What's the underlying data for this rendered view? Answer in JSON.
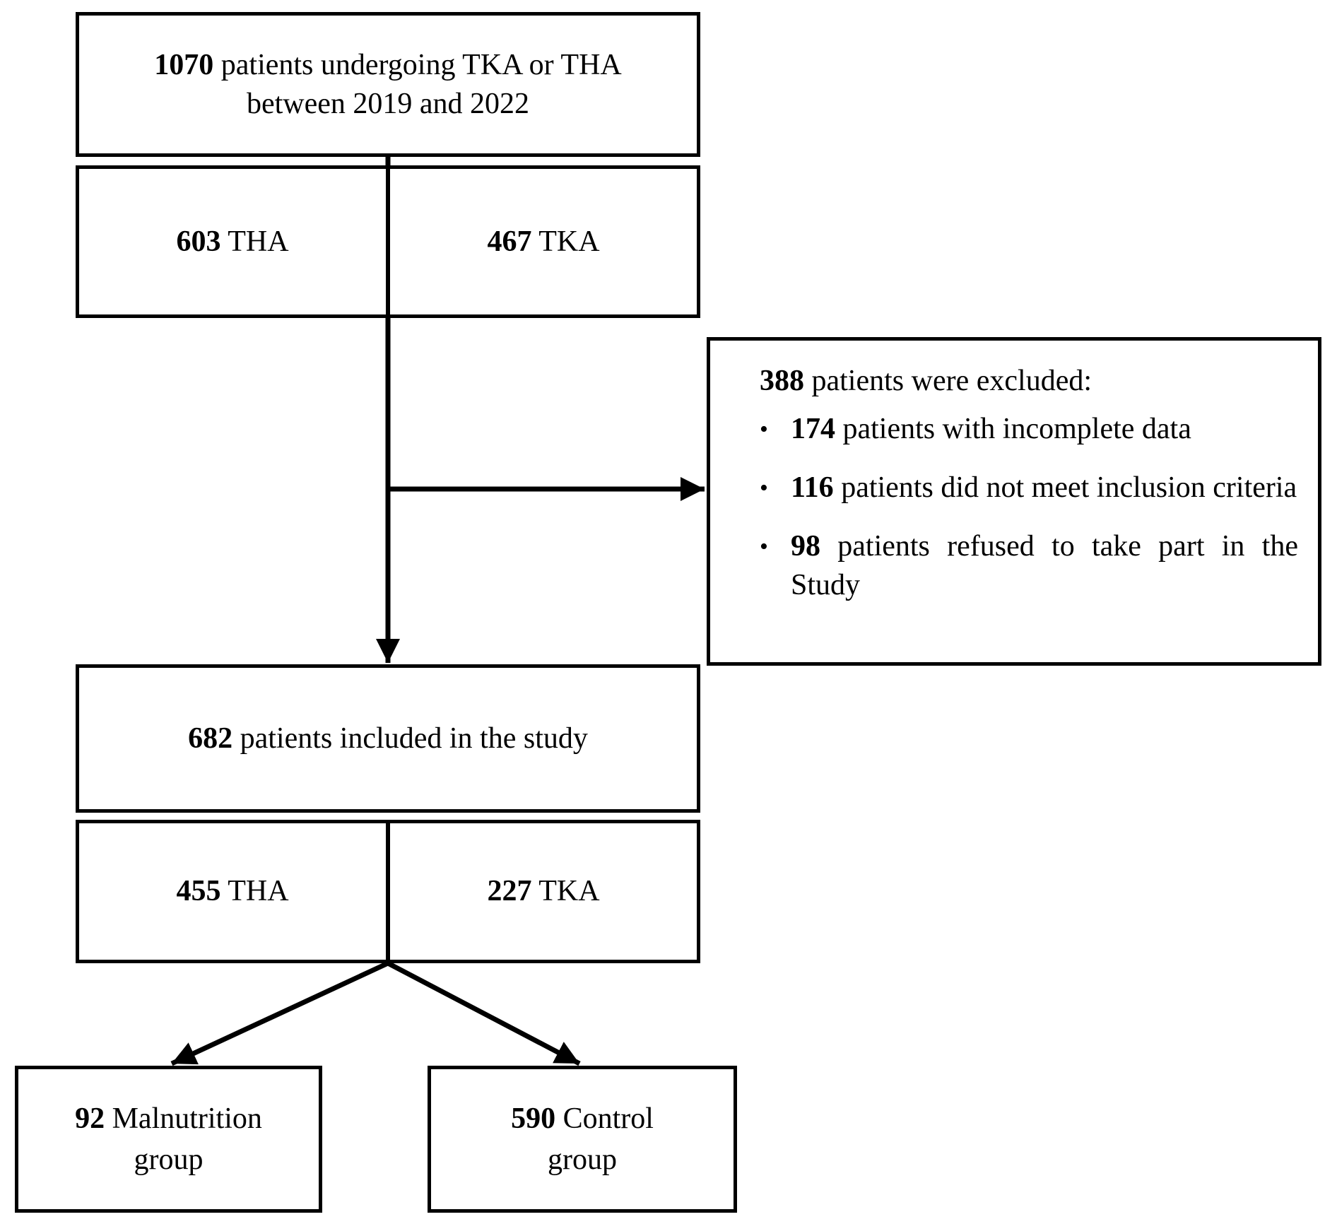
{
  "diagram": {
    "type": "patient-flow-diagram",
    "line_color": "#000000",
    "background_color": "#ffffff",
    "top_box": {
      "line1_num": "1070",
      "line1_rest": " patients undergoing TKA or THA",
      "line2": "between 2019 and 2022"
    },
    "procedure_split_box": {
      "left_num": "603",
      "left_rest": " THA",
      "right_num": "467",
      "right_rest": " TKA"
    },
    "exclusion_box": {
      "header_num": "388",
      "header_rest": " patients were excluded:",
      "bullet_char": "•",
      "items": [
        {
          "num": "174",
          "rest": " patients with incomplete data"
        },
        {
          "num": "116",
          "rest": " patients did not meet inclusion criteria"
        },
        {
          "num": "98",
          "rest": " patients refused to take part in the Study"
        }
      ]
    },
    "included_box": {
      "num": "682",
      "rest": " patients included in the study"
    },
    "included_split_box": {
      "left_num": "455",
      "left_rest": " THA",
      "right_num": "227",
      "right_rest": " TKA"
    },
    "malnutrition_box": {
      "line1_num": "92",
      "line1_rest": " Malnutrition",
      "line2": "group"
    },
    "control_box": {
      "line1_num": "590",
      "line1_rest": " Control",
      "line2": "group"
    }
  }
}
